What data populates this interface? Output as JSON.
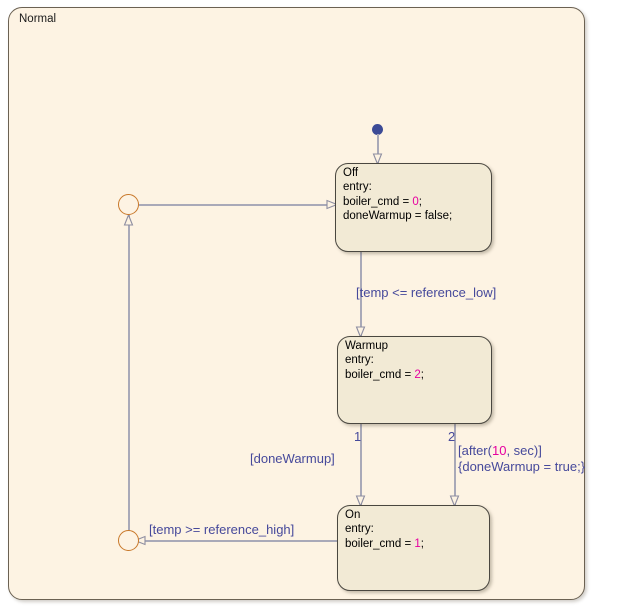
{
  "chart": {
    "superstate_label": "Normal",
    "background_color": "#fdf3e3",
    "state_fill_color": "#f2ead5",
    "state_border_color": "#4a4740",
    "junction_color": "#c8782a",
    "transition_color": "#a9a9b8",
    "label_color": "#46499b",
    "literal_color": "#e600a0",
    "default_dot_color": "#3c4a96"
  },
  "states": {
    "off": {
      "name": "Off",
      "entry_keyword": "entry:",
      "action_1_pre": "boiler_cmd = ",
      "action_1_num": "0",
      "action_1_post": ";",
      "action_2": "doneWarmup = false;"
    },
    "warmup": {
      "name": "Warmup",
      "entry_keyword": "entry:",
      "action_1_pre": "boiler_cmd = ",
      "action_1_num": "2",
      "action_1_post": ";"
    },
    "on": {
      "name": "On",
      "entry_keyword": "entry:",
      "action_1_pre": "boiler_cmd = ",
      "action_1_num": "1",
      "action_1_post": ";"
    }
  },
  "transitions": {
    "off_to_warmup": {
      "label": "[temp <= reference_low]"
    },
    "warmup_to_on_1": {
      "label": "[doneWarmup]",
      "order": "1"
    },
    "warmup_to_on_2": {
      "order": "2",
      "label_pre": "[after(",
      "label_num": "10",
      "label_post": ", sec)]",
      "action": "{doneWarmup = true;}"
    },
    "on_to_junction": {
      "label": "[temp >= reference_high]"
    }
  }
}
